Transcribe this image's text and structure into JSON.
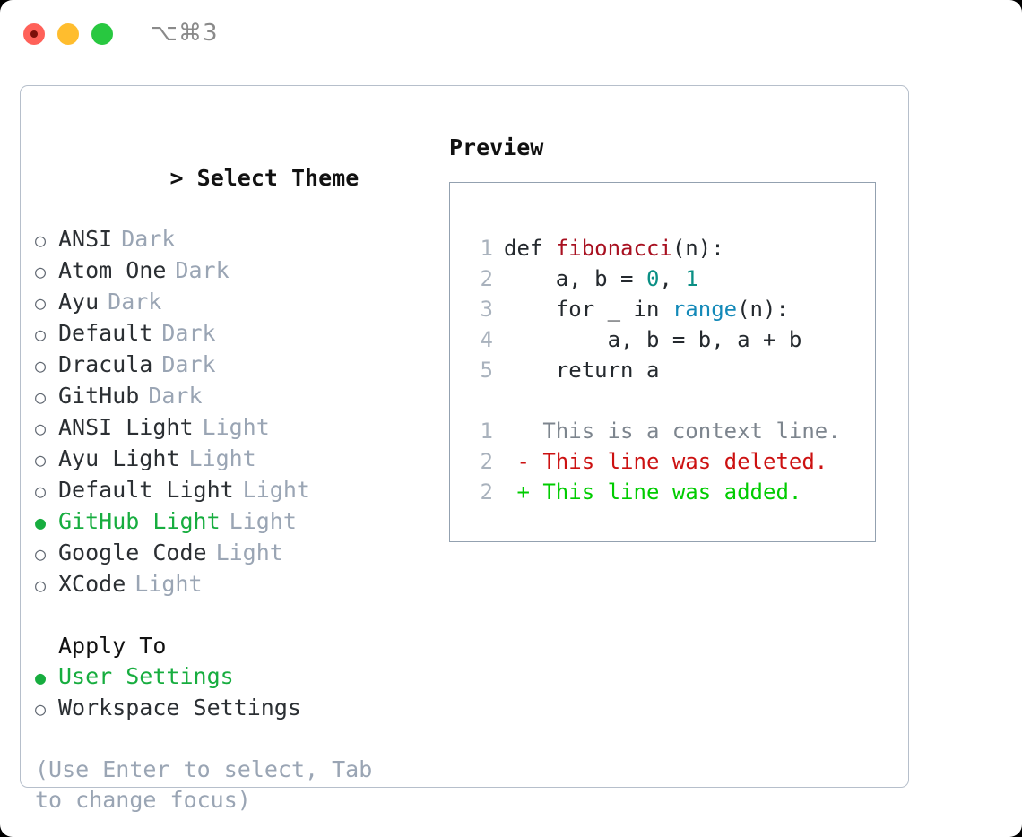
{
  "window": {
    "shortcut": "⌥⌘3",
    "traffic_lights": [
      "close-red",
      "minimize-yellow",
      "maximize-green"
    ],
    "colors": {
      "red": "#ff6159",
      "yellow": "#ffbd2e",
      "green": "#28c840",
      "accent_green": "#17ad3f",
      "muted": "#9aa5b4",
      "border": "#b6bfcb"
    }
  },
  "theme_picker": {
    "header": "Select Theme",
    "caret": ">",
    "marker_selected": "●",
    "marker_unselected": "○",
    "items": [
      {
        "name": "ANSI",
        "variant": "Dark",
        "selected": false
      },
      {
        "name": "Atom One",
        "variant": "Dark",
        "selected": false
      },
      {
        "name": "Ayu",
        "variant": "Dark",
        "selected": false
      },
      {
        "name": "Default",
        "variant": "Dark",
        "selected": false
      },
      {
        "name": "Dracula",
        "variant": "Dark",
        "selected": false
      },
      {
        "name": "GitHub",
        "variant": "Dark",
        "selected": false
      },
      {
        "name": "ANSI Light",
        "variant": "Light",
        "selected": false
      },
      {
        "name": "Ayu Light",
        "variant": "Light",
        "selected": false
      },
      {
        "name": "Default Light",
        "variant": "Light",
        "selected": false
      },
      {
        "name": "GitHub Light",
        "variant": "Light",
        "selected": true
      },
      {
        "name": "Google Code",
        "variant": "Light",
        "selected": false
      },
      {
        "name": "XCode",
        "variant": "Light",
        "selected": false
      }
    ]
  },
  "apply_to": {
    "header": "Apply To",
    "items": [
      {
        "name": "User Settings",
        "selected": true
      },
      {
        "name": "Workspace Settings",
        "selected": false
      }
    ]
  },
  "hint": "(Use Enter to select, Tab to change focus)",
  "preview": {
    "title": "Preview",
    "code_lines": [
      {
        "n": "1",
        "tokens": [
          {
            "t": "def ",
            "k": "kw"
          },
          {
            "t": "fibonacci",
            "k": "fn"
          },
          {
            "t": "(n):",
            "k": "txt"
          }
        ]
      },
      {
        "n": "2",
        "tokens": [
          {
            "t": "    a, b = ",
            "k": "txt"
          },
          {
            "t": "0",
            "k": "num"
          },
          {
            "t": ", ",
            "k": "txt"
          },
          {
            "t": "1",
            "k": "num"
          }
        ]
      },
      {
        "n": "3",
        "tokens": [
          {
            "t": "    for _ in ",
            "k": "kw"
          },
          {
            "t": "range",
            "k": "call"
          },
          {
            "t": "(n):",
            "k": "txt"
          }
        ]
      },
      {
        "n": "4",
        "tokens": [
          {
            "t": "        a, b = b, a + b",
            "k": "txt"
          }
        ]
      },
      {
        "n": "5",
        "tokens": [
          {
            "t": "    return a",
            "k": "kw"
          }
        ]
      }
    ],
    "diff_lines": [
      {
        "n": "1",
        "sign": " ",
        "text": "This is a context line.",
        "kind": "context"
      },
      {
        "n": "2",
        "sign": "-",
        "text": "This line was deleted.",
        "kind": "del"
      },
      {
        "n": "2",
        "sign": "+",
        "text": "This line was added.",
        "kind": "add"
      }
    ]
  }
}
